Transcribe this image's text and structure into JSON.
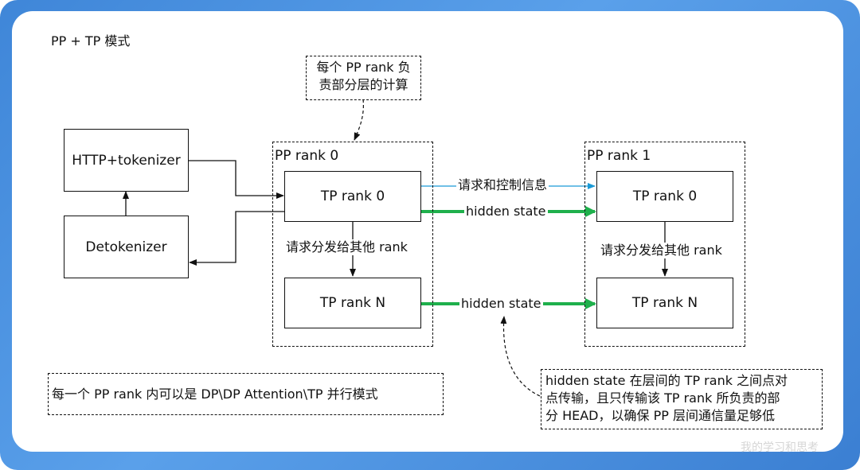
{
  "title": "PP + TP 模式",
  "nodes": {
    "http": "HTTP+tokenizer",
    "detok": "Detokenizer",
    "pp0_tp0": "TP rank 0",
    "pp0_tpn": "TP rank N",
    "pp1_tp0": "TP rank 0",
    "pp1_tpn": "TP rank N"
  },
  "groups": {
    "pp0": "PP rank 0",
    "pp1": "PP rank 1"
  },
  "edge_labels": {
    "control": "请求和控制信息",
    "hidden_top": "hidden state",
    "hidden_bottom": "hidden state",
    "dispatch_pp0": "请求分发给其他 rank",
    "dispatch_pp1": "请求分发给其他 rank"
  },
  "notes": {
    "pp_layers_line1": "每个 PP rank 负",
    "pp_layers_line2": "责部分层的计算",
    "parallel_modes": "每一个 PP rank 内可以是 DP\\DP Attention\\TP 并行模式",
    "hidden_line1": "hidden state 在层间的 TP rank 之间点对",
    "hidden_line2": "点传输，且只传输该 TP rank 所负责的部",
    "hidden_line3": "分 HEAD，以确保 PP 层间通信量足够低"
  },
  "watermark": "我的学习和思考",
  "colors": {
    "frame": "#4a90e2",
    "control_arrow": "#1a9ad6",
    "hidden_arrow": "#1fb04c",
    "line": "#111111"
  }
}
